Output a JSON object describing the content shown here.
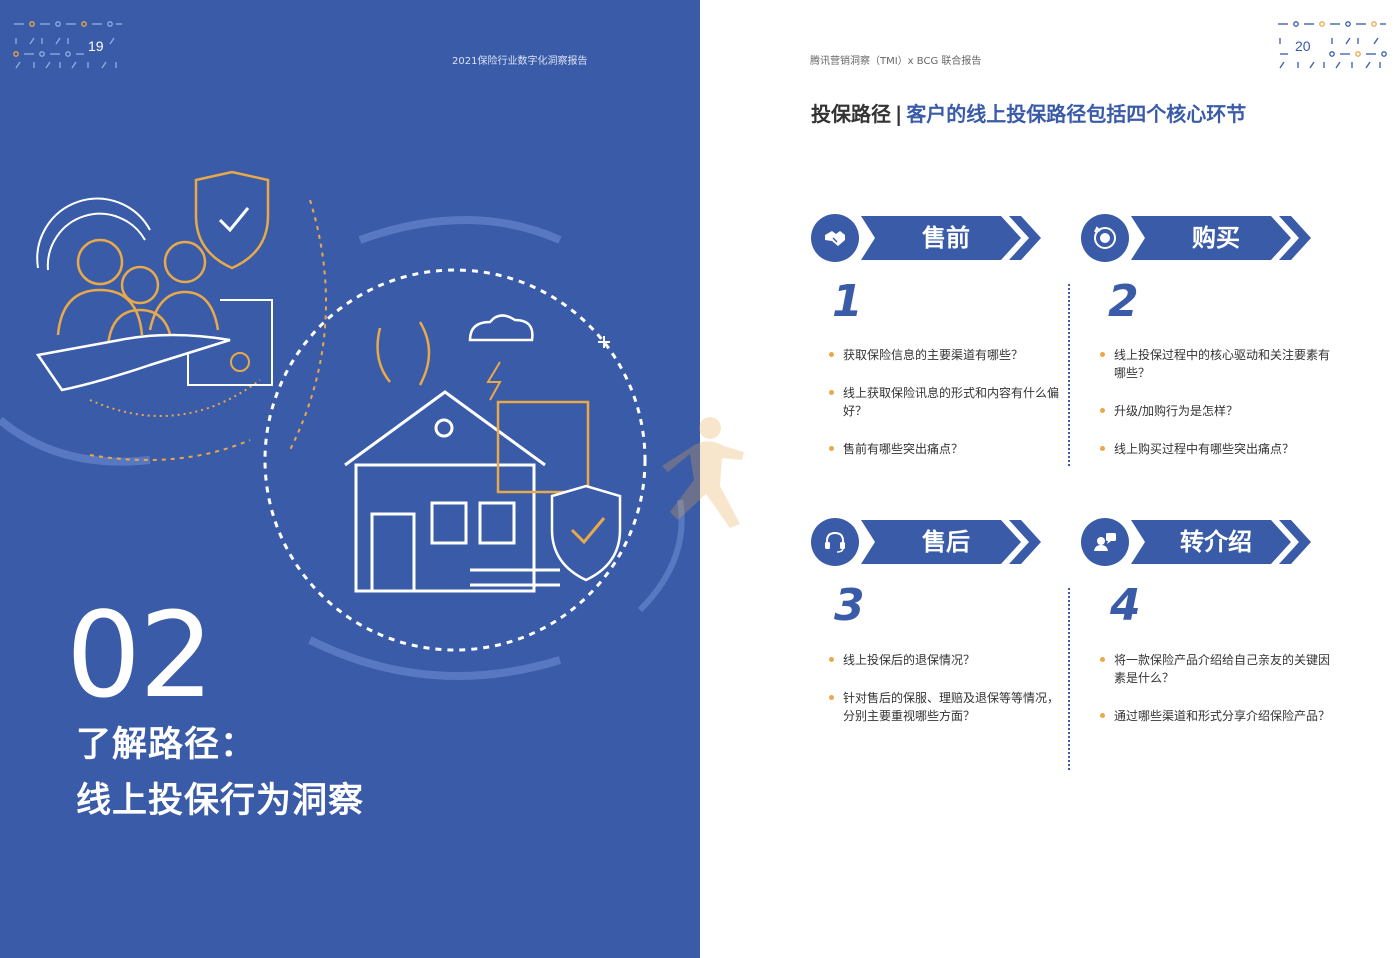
{
  "left_page": {
    "page_number": "19",
    "header": "2021保险行业数字化洞察报告",
    "section_number": "02",
    "section_title_line1": "了解路径：",
    "section_title_line2": "线上投保行为洞察"
  },
  "right_page": {
    "page_number": "20",
    "header": "腾讯营销洞察（TMI）x BCG 联合报告",
    "heading_prefix": "投保路径",
    "heading_separator": "|",
    "heading_main": "客户的线上投保路径包括四个核心环节",
    "stages": [
      {
        "label": "售前",
        "number": "1",
        "icon": "handshake-icon",
        "questions": [
          "获取保险信息的主要渠道有哪些？",
          "线上获取保险讯息的形式和内容有什么偏好？",
          "售前有哪些突出痛点？"
        ]
      },
      {
        "label": "购买",
        "number": "2",
        "icon": "money-cycle-icon",
        "questions": [
          "线上投保过程中的核心驱动和关注要素有哪些？",
          "升级/加购行为是怎样？",
          "线上购买过程中有哪些突出痛点？"
        ]
      },
      {
        "label": "售后",
        "number": "3",
        "icon": "headset-icon",
        "questions": [
          "线上投保后的退保情况？",
          "针对售后的保服、理赔及退保等等情况，分别主要重视哪些方面？"
        ]
      },
      {
        "label": "转介绍",
        "number": "4",
        "icon": "referral-icon",
        "questions": [
          "将一款保险产品介绍给自己亲友的关键因素是什么？",
          "通过哪些渠道和形式分享介绍保险产品？"
        ]
      }
    ]
  },
  "colors": {
    "brand_blue": "#3a5ba8",
    "accent_orange": "#e8a94b",
    "white": "#ffffff"
  }
}
